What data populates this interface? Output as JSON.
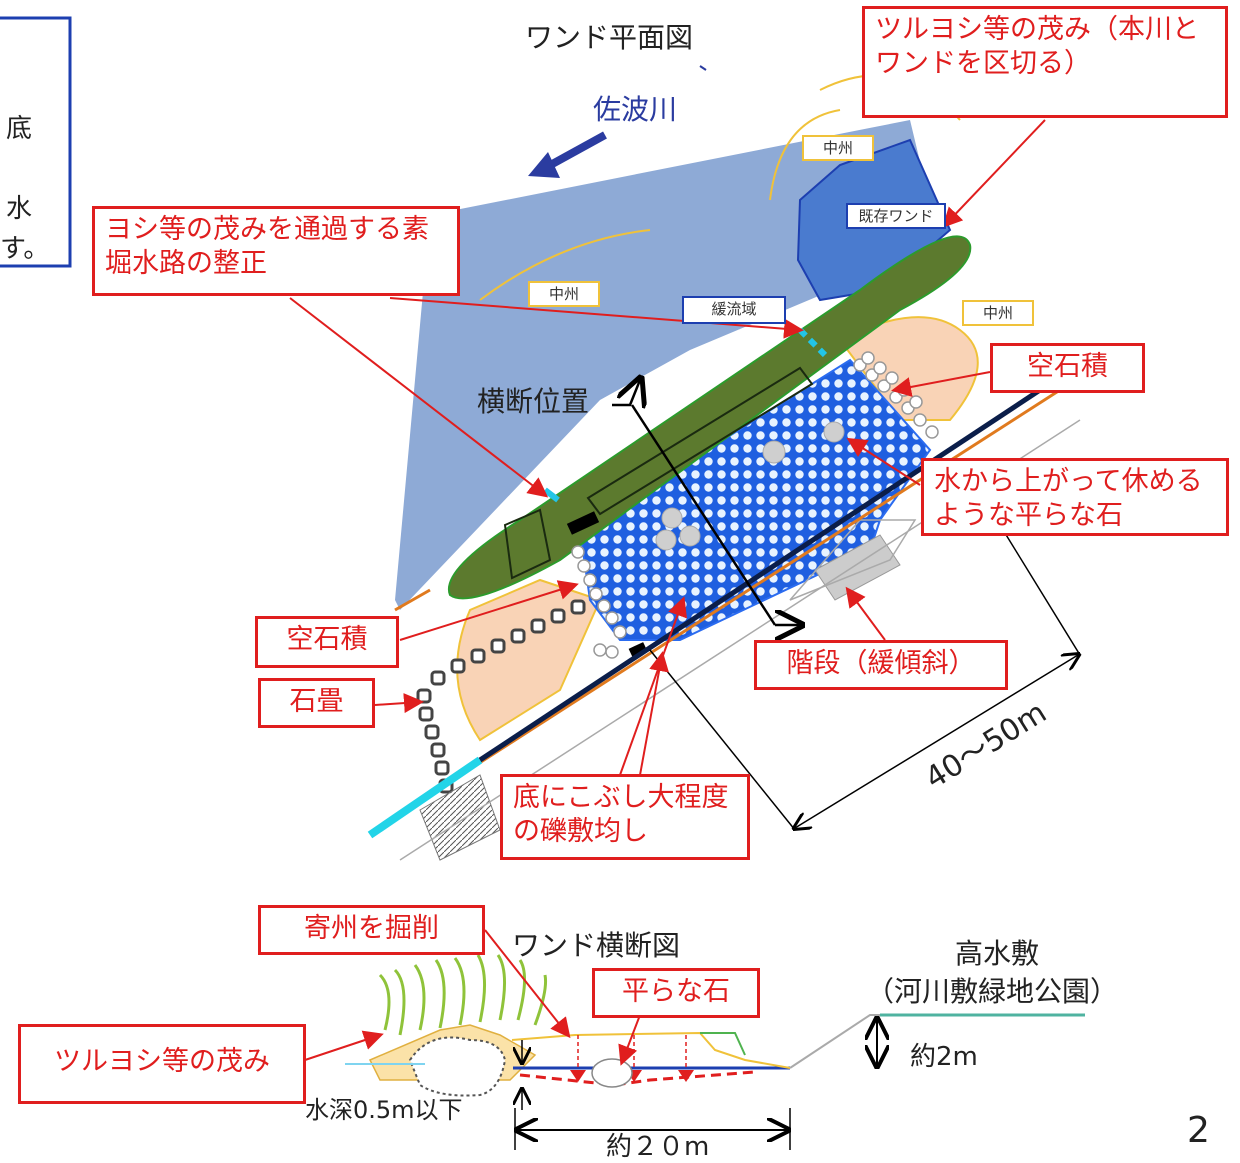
{
  "plan": {
    "title": "ワンド平面図",
    "river": "佐波川",
    "sandbar": "中州",
    "existing_wando": "既存ワンド",
    "slow_flow": "緩流域",
    "section_position": "横断位置",
    "distance": "40〜50m"
  },
  "left_box_fragments": [
    "底",
    "水",
    "す。"
  ],
  "callouts": {
    "tsuruyoshi_divide": "ツルヨシ等の茂み（本川とワンドを区切る）",
    "channel": "ヨシ等の茂みを通過する素堀水路の整正",
    "karaishi_right": "空石積",
    "flat_stone_rest": "水から上がって休めるような平らな石",
    "karaishi_left": "空石積",
    "ishidatami": "石畳",
    "stairs": "階段（緩傾斜）",
    "gravel": "底にこぶし大程度の礫敷均し",
    "dredge": "寄州を掘削",
    "flat_stone": "平らな石",
    "tsuruyoshi": "ツルヨシ等の茂み"
  },
  "section": {
    "title": "ワンド横断図",
    "highland": "高水敷",
    "park": "（河川敷緑地公園）",
    "height": "約2m",
    "depth": "水深0.5m以下",
    "width": "約２０m"
  },
  "page_number": "2",
  "colors": {
    "callout_red": "#e01e1e",
    "water_blue": "#8eaad6",
    "vegetation_green": "#5c7a2e",
    "gravel_blue": "#1f5fe0",
    "sand_orange": "#f9d3b6"
  }
}
